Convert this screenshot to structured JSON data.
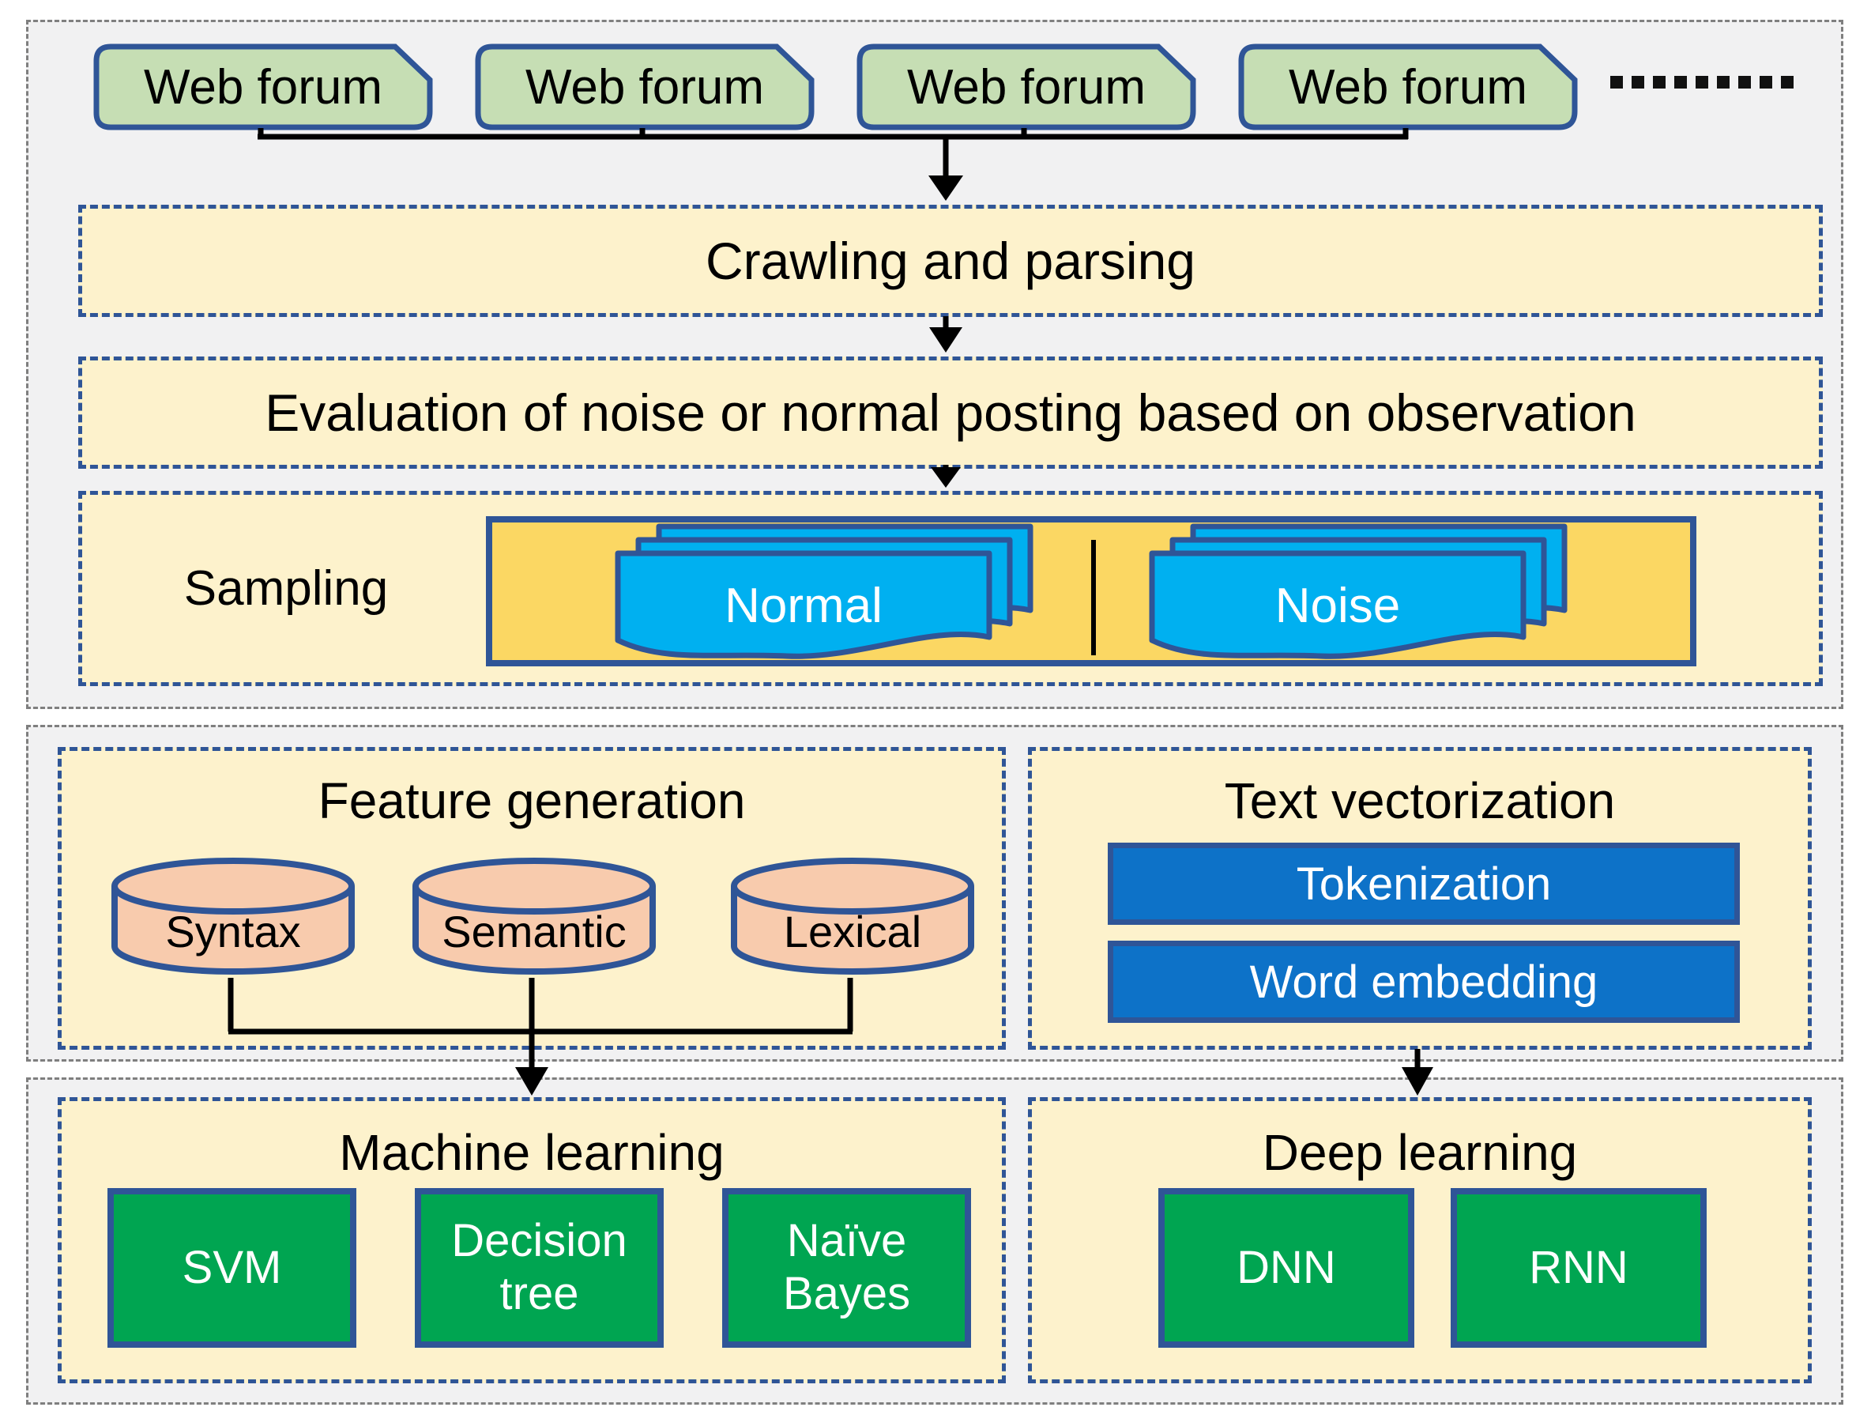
{
  "sources": {
    "forums": [
      "Web forum",
      "Web forum",
      "Web forum",
      "Web forum"
    ]
  },
  "pipeline": {
    "crawling": "Crawling and parsing",
    "evaluation": "Evaluation of noise or normal posting based on observation",
    "sampling_label": "Sampling",
    "classes": {
      "normal": "Normal",
      "noise": "Noise"
    }
  },
  "feature_generation": {
    "title": "Feature generation",
    "features": [
      "Syntax",
      "Semantic",
      "Lexical"
    ]
  },
  "text_vectorization": {
    "title": "Text vectorization",
    "steps": [
      "Tokenization",
      "Word embedding"
    ]
  },
  "machine_learning": {
    "title": "Machine learning",
    "models": [
      "SVM",
      "Decision tree",
      "Naïve Bayes"
    ]
  },
  "deep_learning": {
    "title": "Deep learning",
    "models": [
      "DNN",
      "RNN"
    ]
  },
  "colors": {
    "forum_green": "#C6DEB4",
    "cream": "#FDF2CC",
    "gold": "#FBD763",
    "document_blue": "#00B0F0",
    "step_bar_blue": "#0D72C8",
    "model_green": "#00A551",
    "cylinder_salmon": "#F8CBAD",
    "border_blue": "#2F5597",
    "group_fill_gray": "#F1F1F2",
    "border_gray": "#7F7F7F"
  }
}
